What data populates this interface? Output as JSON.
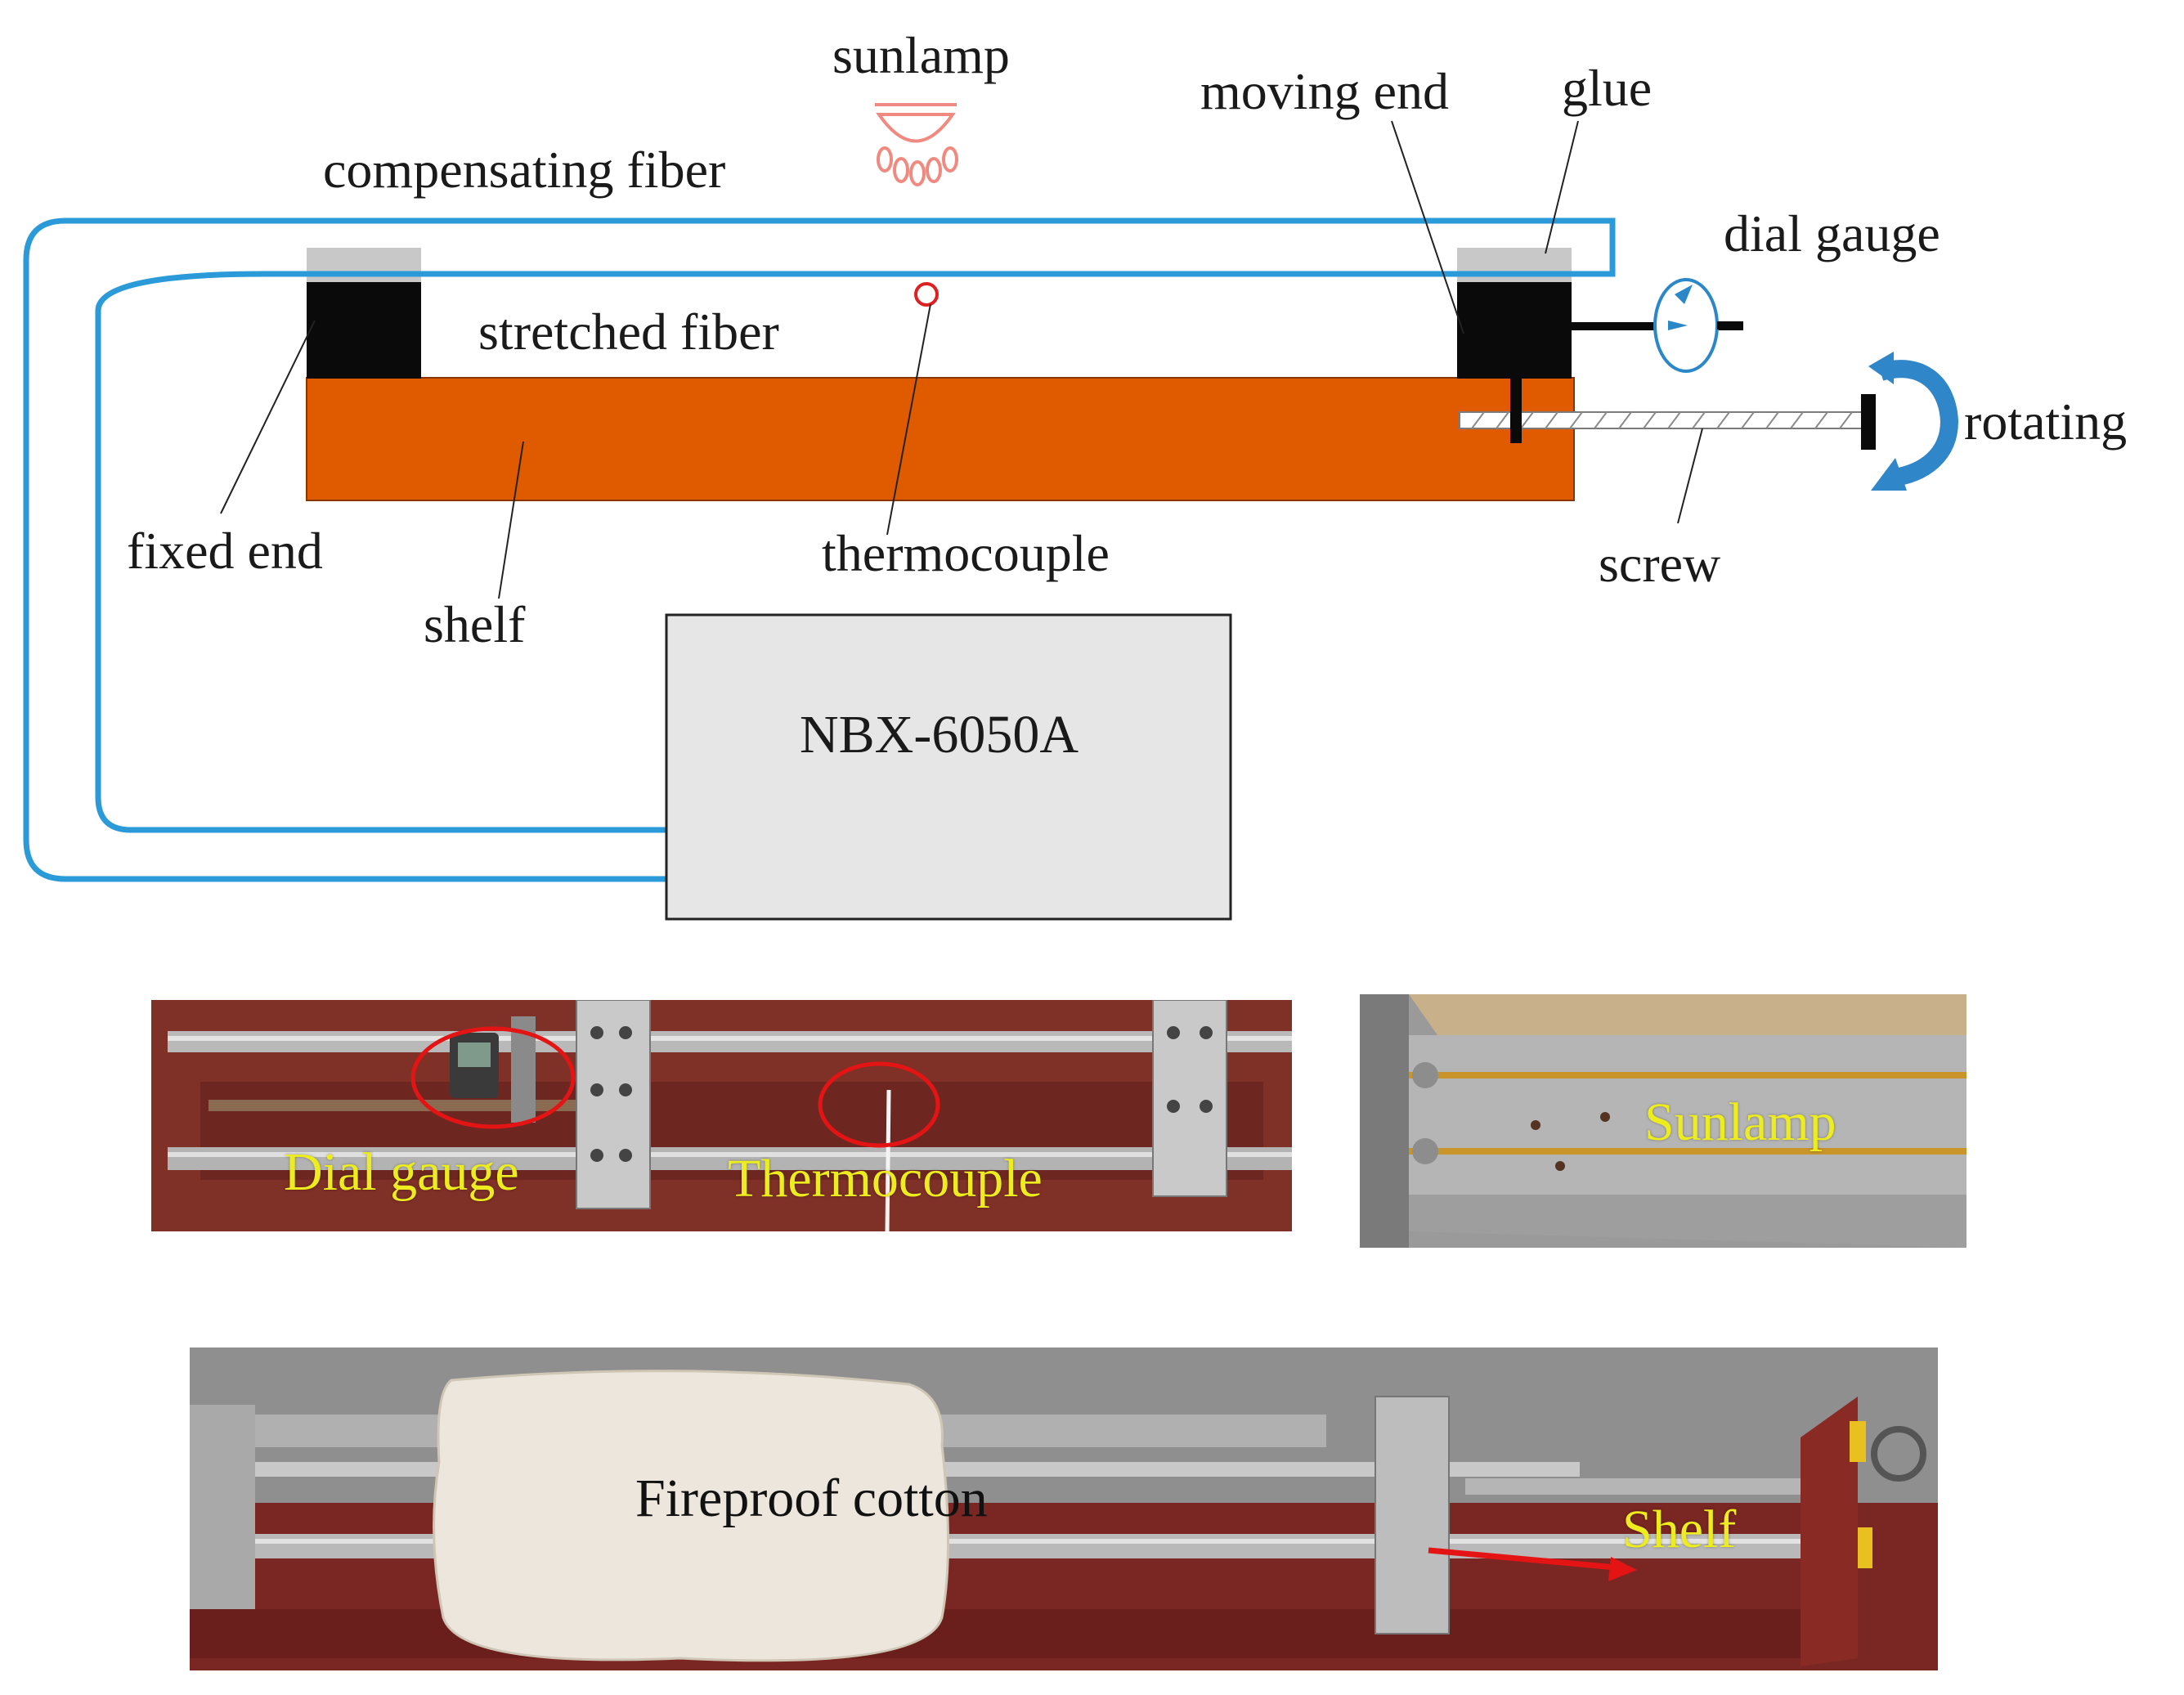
{
  "diagram": {
    "labels": {
      "sunlamp": "sunlamp",
      "compensating_fiber": "compensating fiber",
      "moving_end": "moving end",
      "glue": "glue",
      "dial_gauge": "dial gauge",
      "stretched_fiber": "stretched fiber",
      "rotating": "rotating",
      "fixed_end": "fixed end",
      "thermocouple": "thermocouple",
      "screw": "screw",
      "shelf": "shelf",
      "device": "NBX-6050A"
    },
    "colors": {
      "fiber": "#2b9ad8",
      "shelf": "#e05a00",
      "block": "#0a0a0a",
      "glue": "#c8c8c8",
      "device_fill": "#e6e6e6",
      "sunlamp": "#f08a80",
      "thermocouple_mark": "#e02020",
      "rotate_arrow": "#2f86c8"
    }
  },
  "photos": {
    "rig_top": {
      "dial_gauge": "Dial gauge",
      "thermocouple": "Thermocouple"
    },
    "lamp": {
      "sunlamp": "Sunlamp"
    },
    "cotton": {
      "fireproof_cotton": "Fireproof cotton",
      "shelf": "Shelf"
    }
  }
}
